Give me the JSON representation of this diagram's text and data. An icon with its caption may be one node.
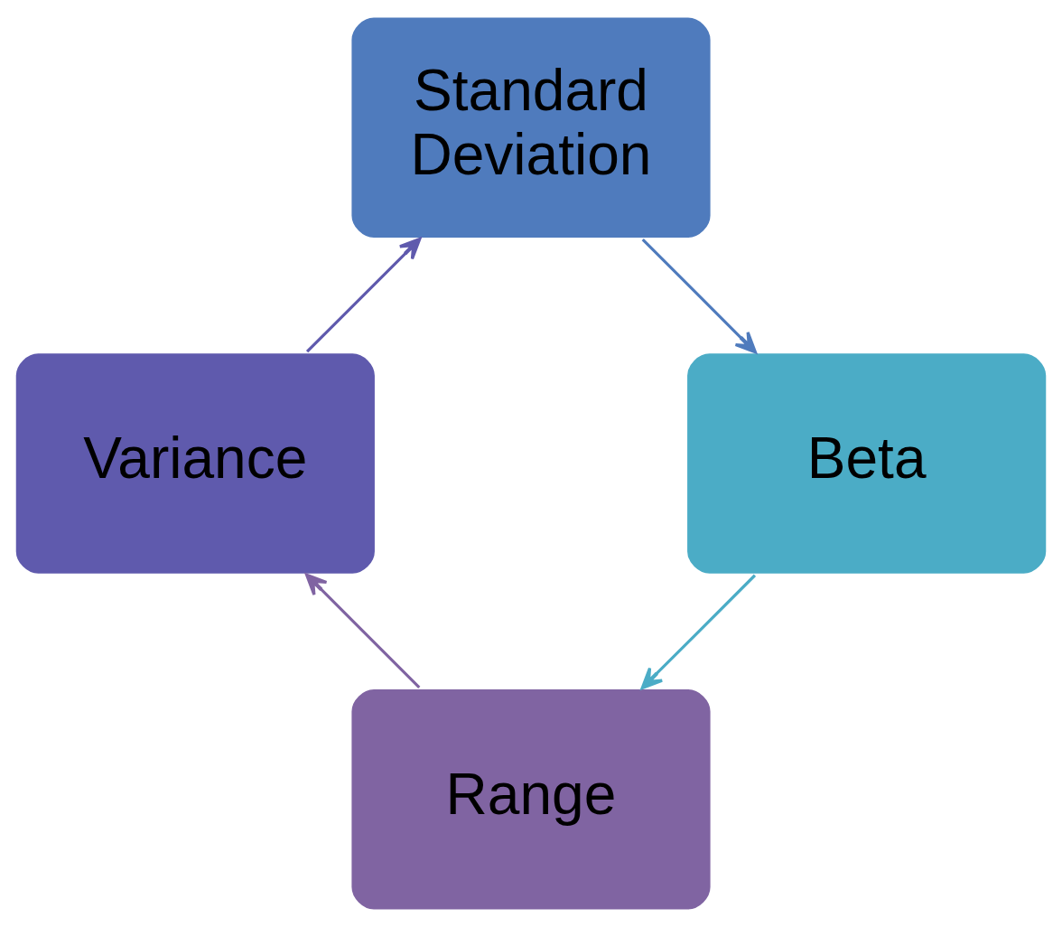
{
  "diagram": {
    "nodes": [
      {
        "text": [
          "Range"
        ]
      },
      {
        "text": [
          "Variance"
        ]
      },
      {
        "text": [
          "Standard Deviation"
        ]
      },
      {
        "text": [
          "Beta"
        ]
      }
    ],
    "edges": [
      {
        "from": 0,
        "to": 1,
        "arrow": "to",
        "color": "#8064a2"
      },
      {
        "from": 1,
        "to": 2,
        "arrow": "to",
        "color": "#5f5aad"
      },
      {
        "from": 2,
        "to": 3,
        "arrow": "to",
        "color": "#4f7bbd"
      },
      {
        "from": 3,
        "to": 0,
        "arrow": "to",
        "color": "#4bacc6"
      }
    ]
  }
}
